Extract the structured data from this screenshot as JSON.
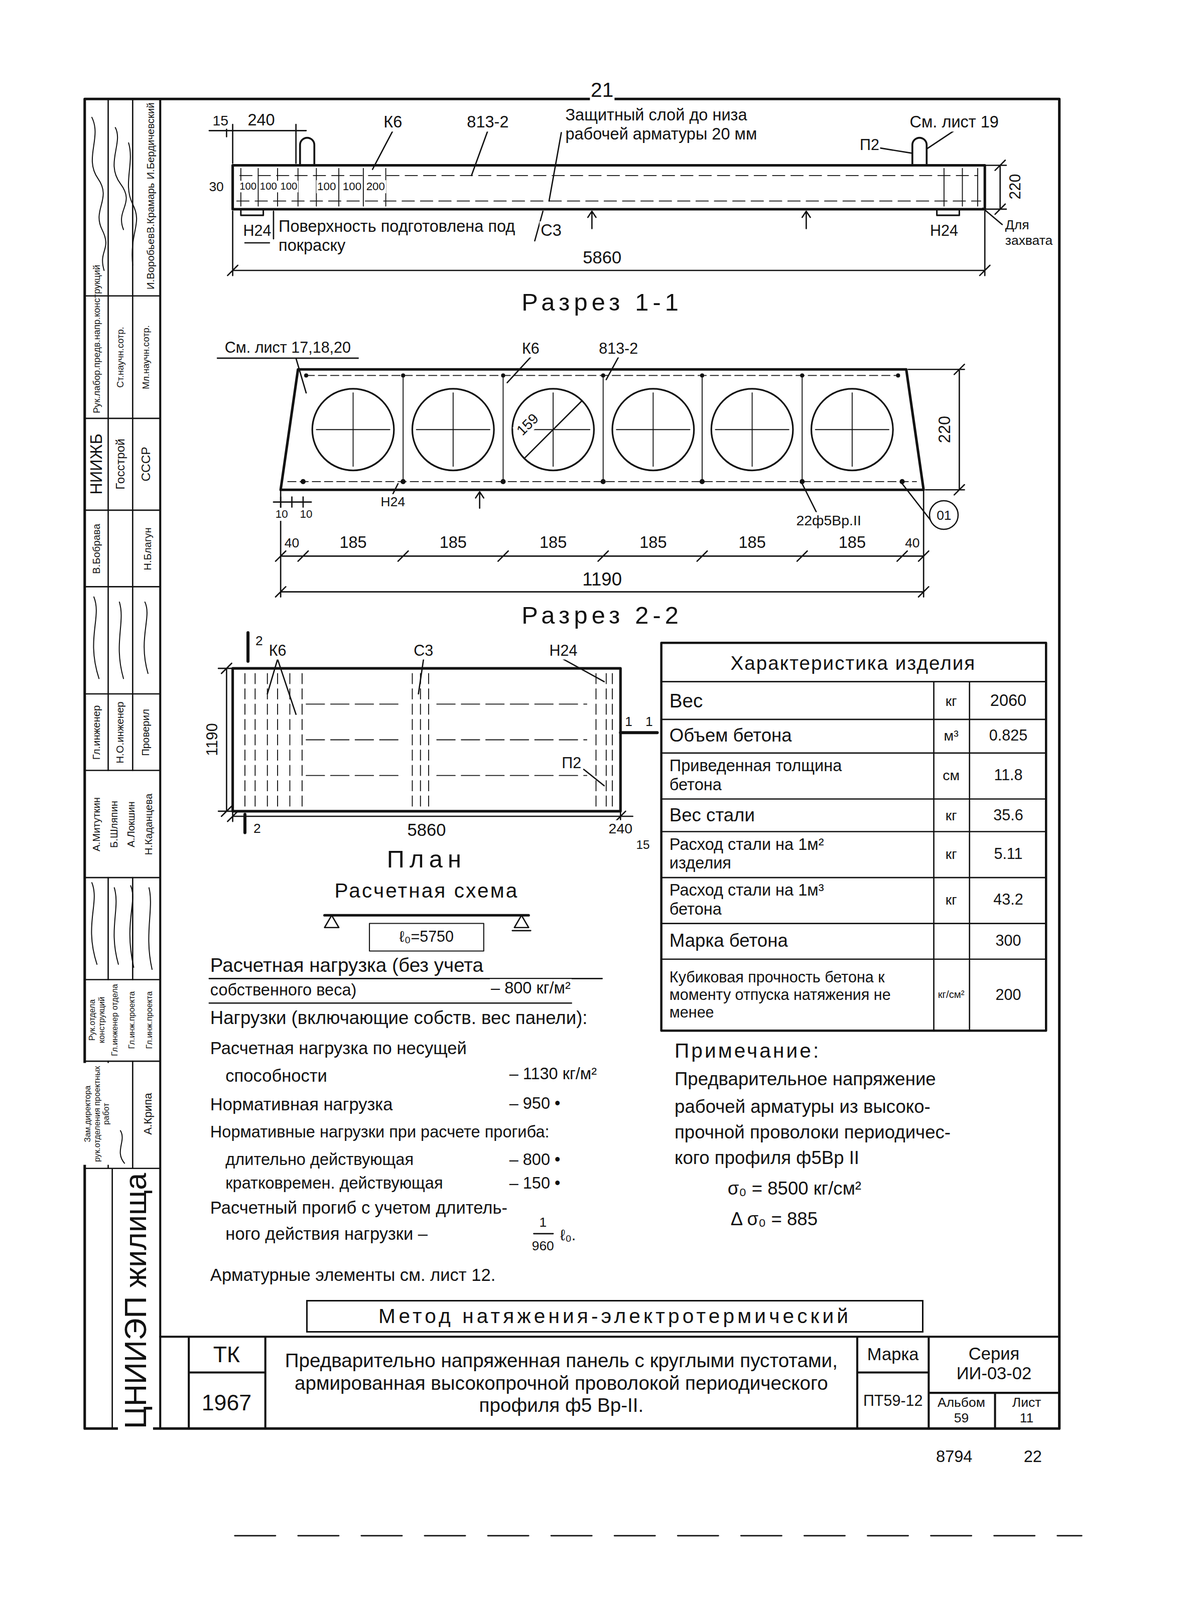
{
  "diagram": {
    "nodes": [
      {
        "text": [
          "Метод натяжения-электротермический"
        ]
      },
      {
        "text": [
          "01"
        ]
      }
    ],
    "labels": [
      "21",
      "15",
      "240",
      "К6",
      "813-2",
      "Защитный слой до низа рабочей арматуры 20 мм",
      "См. лист 19",
      "П2",
      "30",
      "100",
      "100",
      "100",
      "100",
      "100",
      "200",
      "Н24",
      "Поверхность подготовлена под покраску",
      "С3",
      "Н24",
      "220",
      "Для захвата",
      "5860",
      "Разрез 1-1",
      "См. лист 17,18,20",
      "К6",
      "813-2",
      "159",
      "220",
      "10",
      "10",
      "Н24",
      "22ф5Вр.II",
      "40",
      "185",
      "185",
      "185",
      "185",
      "185",
      "185",
      "40",
      "1190",
      "Разрез 2-2",
      "К6",
      "С3",
      "Н24",
      "1190",
      "2",
      "2",
      "1",
      "1",
      "П2",
      "5860",
      "240",
      "15",
      "План",
      "Расчетная схема",
      "ℓ₀=5750",
      "Расчетная нагрузка (без учета",
      "собственного веса)",
      "– 800 кг/м²",
      "Нагрузки (включающие собств. вес панели):",
      "Расчетная нагрузка по несущей",
      "способности",
      "– 1130 кг/м²",
      "Нормативная нагрузка",
      "– 950 •",
      "Нормативные нагрузки при расчете прогиба:",
      "длительно действующая",
      "– 800 •",
      "кратковремен. действующая",
      "– 150 •",
      "Расчетный прогиб с учетом длитель-",
      "ного действия нагрузки –",
      "1",
      "960",
      "ℓ₀.",
      "Арматурные элементы см. лист 12.",
      "Характеристика изделия",
      "Вес",
      "кг",
      "2060",
      "Объем бетона",
      "м³",
      "0.825",
      "Приведенная толщина бетона",
      "см",
      "11.8",
      "Вес стали",
      "кг",
      "35.6",
      "Расход стали на 1м² изделия",
      "кг",
      "5.11",
      "Расход стали на 1м³ бетона",
      "кг",
      "43.2",
      "Марка бетона",
      "300",
      "Кубиковая прочность бетона к моменту отпуска натяжения не менее",
      "кг/см²",
      "200",
      "Примечание:",
      "Предварительное напряжение",
      "рабочей арматуры из высоко-",
      "прочной проволоки периодичес-",
      "кого профиля ф5Вр II",
      "σ₀ = 8500 кг/см²",
      "Δ σ₀ = 885",
      "ТК",
      "1967",
      "Предварительно напряженная панель с круглыми пустотами, армированная высокопрочной проволокой периодического профиля ф5 Вр-II.",
      "Марка",
      "ПТ59-12",
      "Серия ИИ-03-02",
      "Альбом 59",
      "Лист 11",
      "8794",
      "22",
      "ЦНИИЭП жилища",
      "И.Бердичевский",
      "В.Крамарь",
      "И.Воробьев",
      "Рук.лабор.предв.напр.конструкций",
      "Ст.научн.сотр.",
      "Мл.научн.сотр.",
      "НИИЖБ",
      "Госстрой",
      "СССР",
      "В.Бобрава",
      "Н.Благун",
      "Гл.инженер",
      "Н.О.инженер",
      "Проверил",
      "А.Митуткин",
      "Б.Шляпин",
      "А.Локшин",
      "Н.Каданцева",
      "Рук.отдела конструкций",
      "Гл.инженер отдела",
      "Гл.инж.проекта",
      "Гл.инж.проекта",
      "Зам.директора рук.отделения проектных работ",
      "А.Крипа"
    ]
  }
}
